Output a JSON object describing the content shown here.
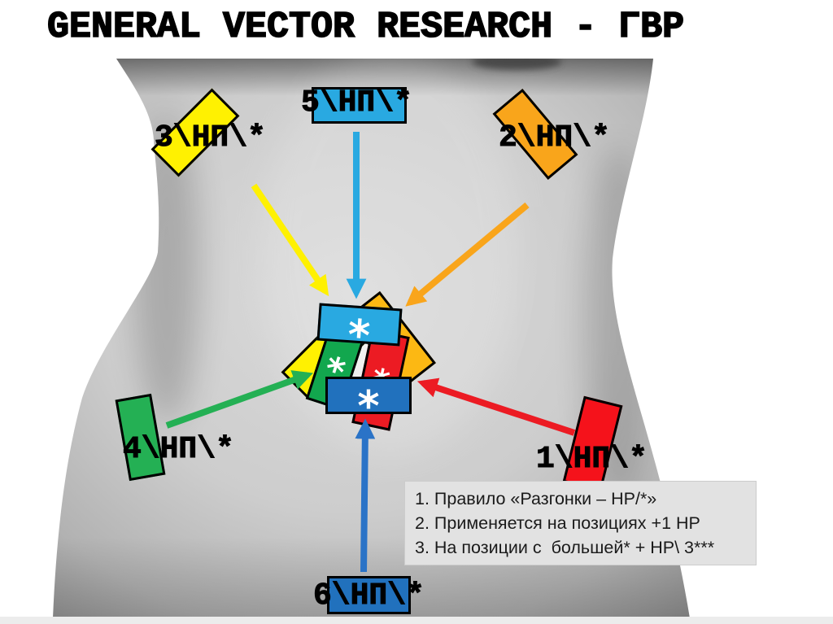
{
  "title": "GENERAL VECTOR RESEARCH - ГВР",
  "glyphs": {
    "asterisk": "*"
  },
  "colors": {
    "lightblue": "#29A9E1",
    "darkblue": "#2171BD",
    "yellow": "#FFF101",
    "orange": "#F9A51B",
    "gold": "#FCB813",
    "green": "#24B054",
    "red": "#EC1B23",
    "rules_box_bg": "#E2E2E2",
    "body_gray": "#C9C9C9"
  },
  "vectors": [
    {
      "id": 1,
      "label": "1\\НП\\*",
      "color": "red"
    },
    {
      "id": 2,
      "label": "2\\НП\\*",
      "color": "orange"
    },
    {
      "id": 3,
      "label": "3\\НП\\*",
      "color": "yellow"
    },
    {
      "id": 4,
      "label": "4\\НП\\*",
      "color": "green"
    },
    {
      "id": 5,
      "label": "5\\НП\\*",
      "color": "lightblue"
    },
    {
      "id": 6,
      "label": "6\\НП\\*",
      "color": "darkblue"
    }
  ],
  "rules": [
    "1. Правило «Разгонки – НР/*»",
    "2. Применяется на позициях +1 НР",
    "3. На позиции с  большей* + НР\\ 3***"
  ]
}
